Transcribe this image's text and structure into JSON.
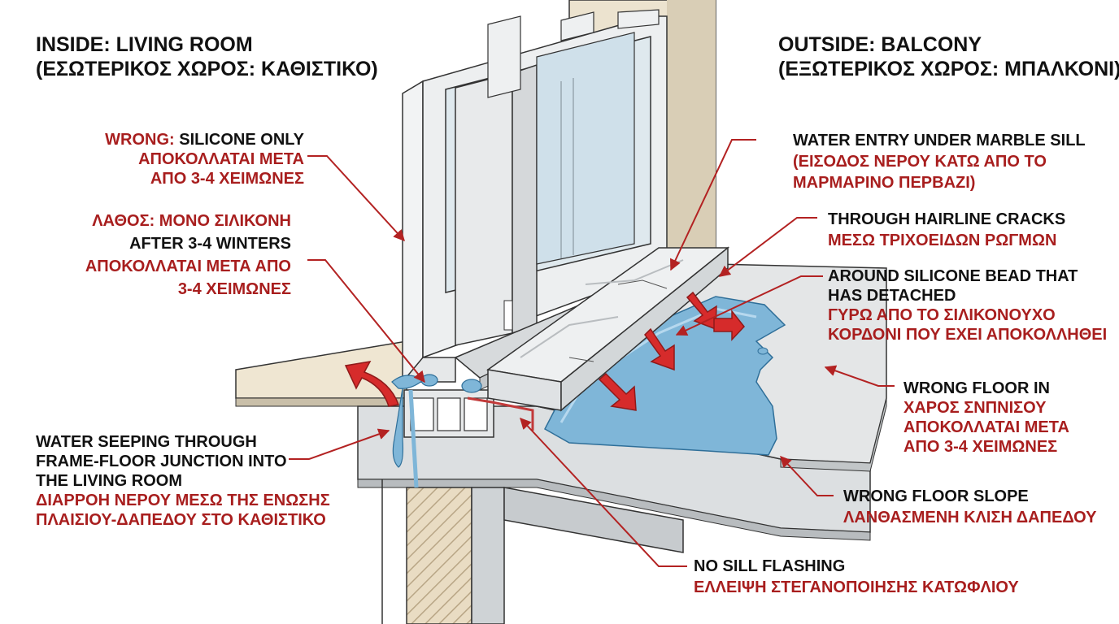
{
  "colors": {
    "text": "#111111",
    "accent_red": "#a81e1e",
    "water": "#7fb6d8",
    "marble": "#eef0f1",
    "frame": "#e6e8e9"
  },
  "inside": {
    "line1": "INSIDE: LIVING ROOM",
    "line2": "(ΕΣΩΤΕΡΙΚΟΣ ΧΩΡΟΣ: ΚΑΘΙΣΤΙΚΟ)"
  },
  "outside": {
    "line1": "OUTSIDE: BALCONY",
    "line2": "(ΕΞΩΤΕΡΙΚΟΣ ΧΩΡΟΣ: ΜΠΑΛΚΟΝΙ)"
  },
  "wrong_silicone": {
    "prefix": "WRONG:",
    "text": " SILICONE ONLY",
    "gr1": "ΑΠΟΚΟΛΛΑΤΑΙ ΜΕΤΑ",
    "gr2": "ΑΠΟ 3-4 ΧΕΙΜΩΝΕΣ"
  },
  "lathos": {
    "gr_title": "ΛΑΘΟΣ: ΜΟΝΟ ΣΙΛΙΚΟΝΗ",
    "en": "AFTER 3-4  WINTERS",
    "gr1": "ΑΠΟΚΟΛΛΑΤΑΙ ΜΕΤΑ ΑΠΟ",
    "gr2": "3-4 ΧΕΙΜΩΝΕΣ"
  },
  "water_entry": {
    "en": "WATER ENTRY UNDER MARBLE SILL",
    "gr1": "(ΕΙΣΟΔΟΣ ΝΕΡΟΥ ΚΑΤΩ ΑΠΟ ΤΟ",
    "gr2": "ΜΑΡΜΑΡΙΝΟ ΠΕΡΒΑΖΙ)"
  },
  "hairline": {
    "en": "THROUGH HAIRLINE CRACKS",
    "gr": "ΜΕΣΩ ΤΡΙΧΟΕΙΔΩΝ ΡΩΓΜΩΝ"
  },
  "bead": {
    "en1": "AROUND SILICONE BEAD THAT",
    "en2": "HAS DETACHED",
    "gr1": "ΓΥΡΩ ΑΠΟ ΤΟ ΣΙΛΙΚΟΝΟΥΧΟ",
    "gr2": "ΚΟΡΔΟΝΙ ΠΟΥ ΕΧΕΙ ΑΠΟΚΟΛΛΗΘΕΙ"
  },
  "wrong_floor": {
    "en": "WRONG FLOOR IN",
    "gr1": "ΧΑΡΟΣ ΣΝΠΝΙΣΟΥ",
    "gr2": "ΑΠΟΚΟΛΛΑΤΑΙ ΜΕΤΑ",
    "gr3": "ΑΠΟ 3-4 ΧΕΙΜΩΝΕΣ"
  },
  "seeping": {
    "en1": "WATER SEEPING THROUGH",
    "en2": "FRAME-FLOOR JUNCTION INTO",
    "en3": "THE LIVING ROOM",
    "gr1": "ΔΙΑΡΡΟΗ ΝΕΡΟΥ ΜΕΣΩ ΤΗΣ ΕΝΩΣΗΣ",
    "gr2": "ΠΛΑΙΣΙΟΥ-ΔΑΠΕΔΟΥ ΣΤΟ ΚΑΘΙΣΤΙΚΟ"
  },
  "slope": {
    "en": "WRONG FLOOR SLOPE",
    "gr": "ΛΑΝΘΑΣΜΕΝΗ ΚΛΙΣΗ ΔΑΠΕΔΟΥ"
  },
  "flashing": {
    "en": "NO SILL FLASHING",
    "gr": "ΕΛΛΕΙΨΗ ΣΤΕΓΑΝΟΠΟΙΗΣΗΣ ΚΑΤΩΦΛΙΟΥ"
  }
}
